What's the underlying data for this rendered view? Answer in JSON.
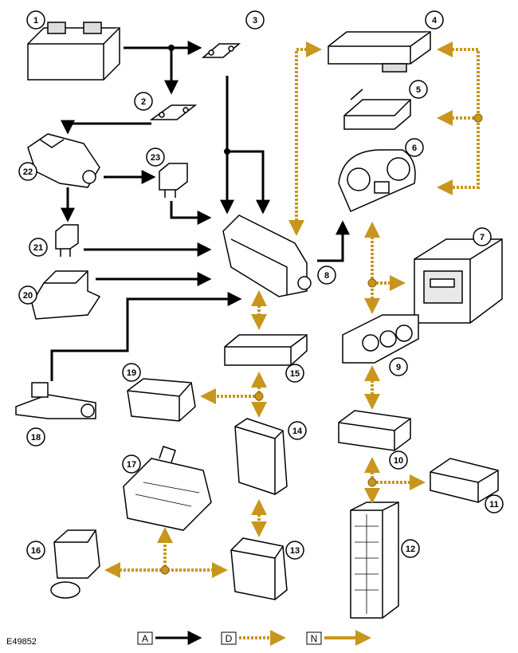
{
  "diagram": {
    "reference": "E49852",
    "callouts": [
      "1",
      "2",
      "3",
      "4",
      "5",
      "6",
      "7",
      "8",
      "9",
      "10",
      "11",
      "12",
      "13",
      "14",
      "15",
      "16",
      "17",
      "18",
      "19",
      "20",
      "21",
      "22",
      "23"
    ],
    "legend": [
      {
        "key": "A",
        "style": "solid-arrow"
      },
      {
        "key": "D",
        "style": "dashed-gold-arrow"
      },
      {
        "key": "N",
        "style": "gold-arrow"
      }
    ],
    "colors": {
      "line": "#000000",
      "data_bus": "#c8961e",
      "part_fill": "#ffffff",
      "part_stroke": "#000000",
      "shade": "#d9d9d9"
    }
  }
}
